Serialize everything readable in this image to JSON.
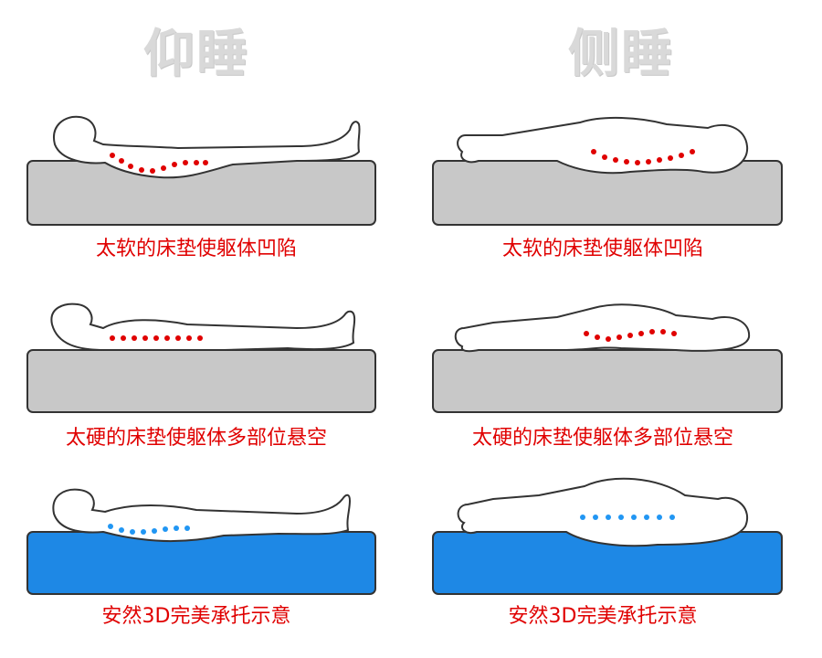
{
  "headings": {
    "left": "仰睡",
    "right": "侧睡"
  },
  "colors": {
    "caption_red": "#e00000",
    "dot_red": "#e00000",
    "dot_blue": "#2196f3",
    "mattress_gray": "#c8c8c8",
    "mattress_blue": "#1e88e5",
    "heading_gray": "#d9d9d9",
    "outline": "#222222"
  },
  "rows": [
    {
      "mattress": "soft",
      "left_caption": "太软的床垫使躯体凹陷",
      "right_caption": "太软的床垫使躯体凹陷"
    },
    {
      "mattress": "hard",
      "left_caption": "太硬的床垫使躯体多部位悬空",
      "right_caption": "太硬的床垫使躯体多部位悬空"
    },
    {
      "mattress": "3d",
      "left_caption": "安然3D完美承托示意",
      "right_caption": "安然3D完美承托示意"
    }
  ]
}
